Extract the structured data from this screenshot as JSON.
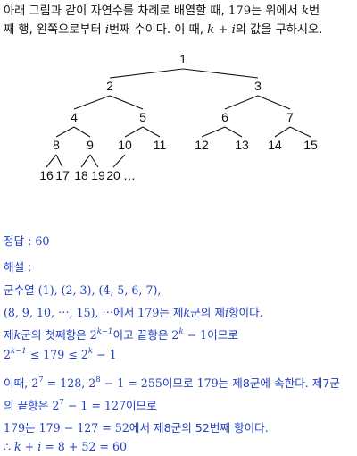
{
  "question": {
    "line1_a": "아래 그림과 같이 자연수를 차례로 배열할 때, ",
    "line1_num": "179",
    "line1_b": "는 위에서 ",
    "line1_k": "k",
    "line1_c": "번",
    "line2_a": "째 행, 왼쪽으로부터 ",
    "line2_i": "i",
    "line2_b": "번째 수이다. 이 때, ",
    "line2_expr": "k + i",
    "line2_c": "의 값을 구하시오."
  },
  "tree": {
    "nodes": [
      "1",
      "2",
      "3",
      "4",
      "5",
      "6",
      "7",
      "8",
      "9",
      "10",
      "11",
      "12",
      "13",
      "14",
      "15",
      "16",
      "17",
      "18",
      "19",
      "20",
      "…"
    ]
  },
  "answer": {
    "label": "정답 : ",
    "value": "60"
  },
  "solution": {
    "label": "해설 :",
    "l1": "군수열 (1), (2, 3), (4, 5, 6, 7),",
    "l2a": "(8, 9, 10, ⋯, 15), ⋯에서 ",
    "l2num": "179",
    "l2b": "는 제",
    "l2k": "k",
    "l2c": "군의 제",
    "l2i": "i",
    "l2d": "항이다.",
    "l3a": "제",
    "l3k": "k",
    "l3b": "군의 첫째항은 ",
    "l3base1": "2",
    "l3exp1": "k−1",
    "l3c": "이고 끝항은 ",
    "l3base2": "2",
    "l3exp2": "k",
    "l3d": " − 1",
    "l3e": "이므로",
    "l4base1": "2",
    "l4exp1": "k−1",
    "l4mid": " ≤ 179 ≤ ",
    "l4base2": "2",
    "l4exp2": "k",
    "l4end": " − 1",
    "l5a": "이때, ",
    "l5b1": "2",
    "l5e1": "7",
    "l5c": " = 128, ",
    "l5b2": "2",
    "l5e2": "8",
    "l5d": " − 1 = 255",
    "l5e": "이므로 ",
    "l5num": "179",
    "l5f": "는 제8군에 속한다. 제7군",
    "l6a": "의 끝항은 ",
    "l6b": "2",
    "l6e": "7",
    "l6c": " − 1 = 127",
    "l6d": "이므로",
    "l7num": "179",
    "l7a": "는 ",
    "l7expr": "179 − 127 = 52",
    "l7b": "에서 제8군의 52번째 항이다.",
    "l8a": "∴  ",
    "l8expr": "k + i",
    "l8b": " = 8 + 52 = 60"
  }
}
